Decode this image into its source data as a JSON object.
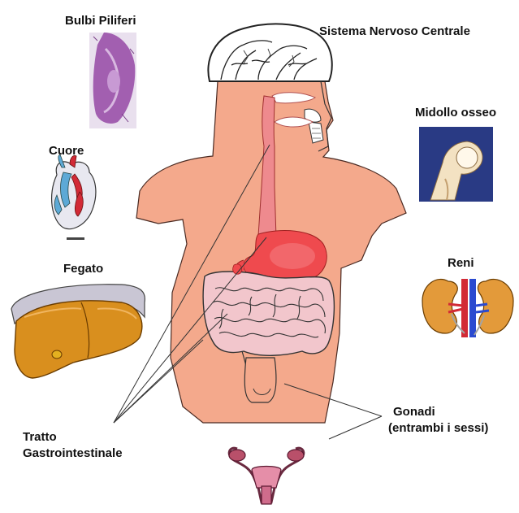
{
  "labels": {
    "bulbi": "Bulbi Piliferi",
    "snc": "Sistema Nervoso Centrale",
    "midollo": "Midollo osseo",
    "cuore": "Cuore",
    "fegato": "Fegato",
    "reni": "Reni",
    "tratto_line1": "Tratto",
    "tratto_line2": "Gastrointestinale",
    "gonadi_line1": "Gonadi",
    "gonadi_line2": "(entrambi i sessi)"
  },
  "colors": {
    "skin": "#f4a98c",
    "intestine": "#f2c6cc",
    "stomach": "#ef4a4e",
    "esophagus": "#ee8a8e",
    "liver": "#d98f1e",
    "kidney": "#e39a3a",
    "bone_bg": "#2f3f8f",
    "hair_stain": "#a25fb0"
  },
  "icons": {
    "hair_follicle": "hair-follicle-micrograph",
    "heart": "heart-illustration",
    "liver": "liver-illustration",
    "bone": "femur-bone-marrow-image",
    "kidneys": "kidneys-illustration",
    "uterus": "female-reproductive-organs-illustration"
  }
}
